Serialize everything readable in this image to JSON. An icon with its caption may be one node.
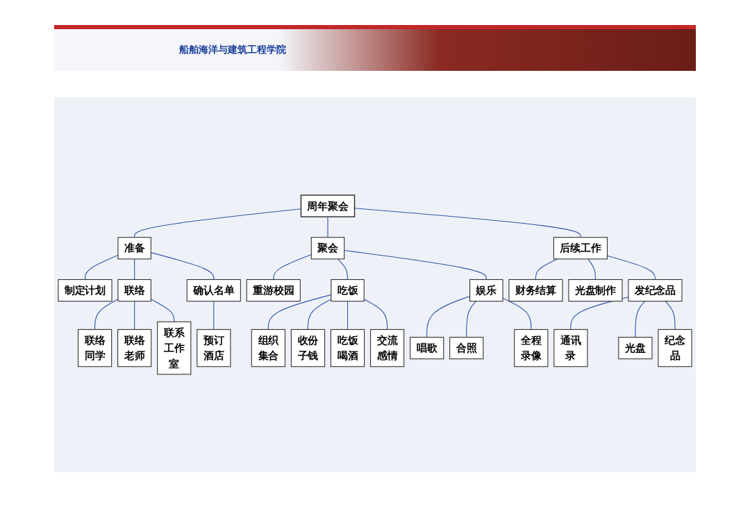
{
  "diagram": {
    "nodes": [
      {
        "text": [
          "周年聚会"
        ]
      },
      {
        "text": [
          "准备"
        ]
      },
      {
        "text": [
          "聚会"
        ]
      },
      {
        "text": [
          "后续工作"
        ]
      },
      {
        "text": [
          "制定计划"
        ]
      },
      {
        "text": [
          "联络"
        ]
      },
      {
        "text": [
          "确认名单"
        ]
      },
      {
        "text": [
          "财务结算"
        ]
      },
      {
        "text": [
          "光盘制作"
        ]
      },
      {
        "text": [
          "发纪念品"
        ]
      },
      {
        "text": [
          "联络同学"
        ]
      },
      {
        "text": [
          "联络老师"
        ]
      },
      {
        "text": [
          "联系工作室"
        ]
      },
      {
        "text": [
          "预订酒店"
        ]
      },
      {
        "text": [
          "通讯录"
        ]
      },
      {
        "text": [
          "光盘"
        ]
      },
      {
        "text": [
          "纪念品"
        ]
      },
      {
        "text": [
          "重游校园"
        ]
      },
      {
        "text": [
          "吃饭"
        ]
      },
      {
        "text": [
          "娱乐"
        ]
      },
      {
        "text": [
          "组织集合"
        ]
      },
      {
        "text": [
          "收份子钱"
        ]
      },
      {
        "text": [
          "吃饭喝酒"
        ]
      },
      {
        "text": [
          "交流感情"
        ]
      },
      {
        "text": [
          "唱歌"
        ]
      },
      {
        "text": [
          "合照"
        ]
      },
      {
        "text": [
          "全程录像"
        ]
      }
    ],
    "edges": [
      {
        "from": 0,
        "to": 1,
        "arrow": "none"
      },
      {
        "from": 0,
        "to": 2,
        "arrow": "none"
      },
      {
        "from": 0,
        "to": 3,
        "arrow": "none"
      },
      {
        "from": 1,
        "to": 4,
        "arrow": "none"
      },
      {
        "from": 1,
        "to": 5,
        "arrow": "none"
      },
      {
        "from": 1,
        "to": 6,
        "arrow": "none"
      },
      {
        "from": 3,
        "to": 7,
        "arrow": "none"
      },
      {
        "from": 3,
        "to": 8,
        "arrow": "none"
      },
      {
        "from": 3,
        "to": 9,
        "arrow": "none"
      },
      {
        "from": 5,
        "to": 10,
        "arrow": "none"
      },
      {
        "from": 5,
        "to": 11,
        "arrow": "none"
      },
      {
        "from": 5,
        "to": 12,
        "arrow": "none"
      },
      {
        "from": 6,
        "to": 13,
        "arrow": "none"
      },
      {
        "from": 9,
        "to": 14,
        "arrow": "none"
      },
      {
        "from": 9,
        "to": 15,
        "arrow": "none"
      },
      {
        "from": 9,
        "to": 16,
        "arrow": "none"
      },
      {
        "from": 2,
        "to": 17,
        "arrow": "none"
      },
      {
        "from": 2,
        "to": 18,
        "arrow": "none"
      },
      {
        "from": 2,
        "to": 19,
        "arrow": "none"
      },
      {
        "from": 18,
        "to": 20,
        "arrow": "none"
      },
      {
        "from": 18,
        "to": 21,
        "arrow": "none"
      },
      {
        "from": 18,
        "to": 22,
        "arrow": "none"
      },
      {
        "from": 18,
        "to": 23,
        "arrow": "none"
      },
      {
        "from": 19,
        "to": 24,
        "arrow": "none"
      },
      {
        "from": 19,
        "to": 25,
        "arrow": "none"
      },
      {
        "from": 19,
        "to": 26,
        "arrow": "none"
      }
    ],
    "labels": [
      "船舶海洋与建筑工程学院"
    ]
  }
}
